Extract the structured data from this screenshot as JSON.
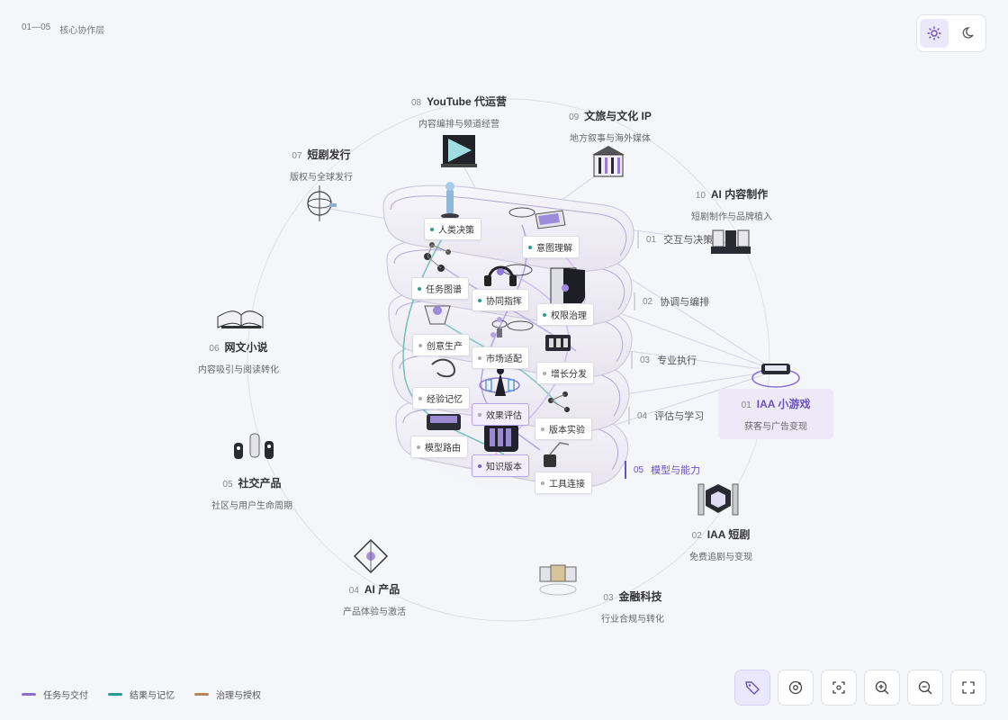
{
  "breadcrumb": {
    "range": "01—05",
    "label": "核心协作层"
  },
  "nodes": [
    {
      "num": "01",
      "title": "IAA 小游戏",
      "sub": "获客与广告变现"
    },
    {
      "num": "02",
      "title": "IAA 短剧",
      "sub": "免费追剧与变现"
    },
    {
      "num": "03",
      "title": "金融科技",
      "sub": "行业合规与转化"
    },
    {
      "num": "04",
      "title": "AI 产品",
      "sub": "产品体验与激活"
    },
    {
      "num": "05",
      "title": "社交产品",
      "sub": "社区与用户生命周期"
    },
    {
      "num": "06",
      "title": "网文小说",
      "sub": "内容吸引与阅读转化"
    },
    {
      "num": "07",
      "title": "短剧发行",
      "sub": "版权与全球发行"
    },
    {
      "num": "08",
      "title": "YouTube 代运营",
      "sub": "内容编排与频道经营"
    },
    {
      "num": "09",
      "title": "文旅与文化 IP",
      "sub": "地方叙事与海外媒体"
    },
    {
      "num": "10",
      "title": "AI 内容制作",
      "sub": "短剧制作与品牌植入"
    }
  ],
  "layers": [
    {
      "num": "01",
      "label": "交互与决策"
    },
    {
      "num": "02",
      "label": "协调与编排"
    },
    {
      "num": "03",
      "label": "专业执行"
    },
    {
      "num": "04",
      "label": "评估与学习"
    },
    {
      "num": "05",
      "label": "模型与能力"
    }
  ],
  "tags": [
    "人类决策",
    "意图理解",
    "任务图谱",
    "协同指挥",
    "权限治理",
    "创意生产",
    "市场适配",
    "增长分发",
    "经验记忆",
    "效果评估",
    "版本实验",
    "模型路由",
    "知识版本",
    "工具连接"
  ],
  "legend": [
    {
      "label": "任务与交付",
      "color": "#8a6fd1"
    },
    {
      "label": "结果与记忆",
      "color": "#2a9d8f"
    },
    {
      "label": "治理与授权",
      "color": "#b5895a"
    }
  ],
  "toolbar": {
    "icons": [
      "tag-icon",
      "orbit-icon",
      "focus-icon",
      "zoom-in-icon",
      "zoom-out-icon",
      "fullscreen-icon"
    ]
  },
  "theme": {
    "icons": [
      "sun-icon",
      "moon-icon"
    ]
  },
  "colors": {
    "accent": "#6b4fc4",
    "teal": "#2a9d8f",
    "gold": "#b5895a"
  }
}
